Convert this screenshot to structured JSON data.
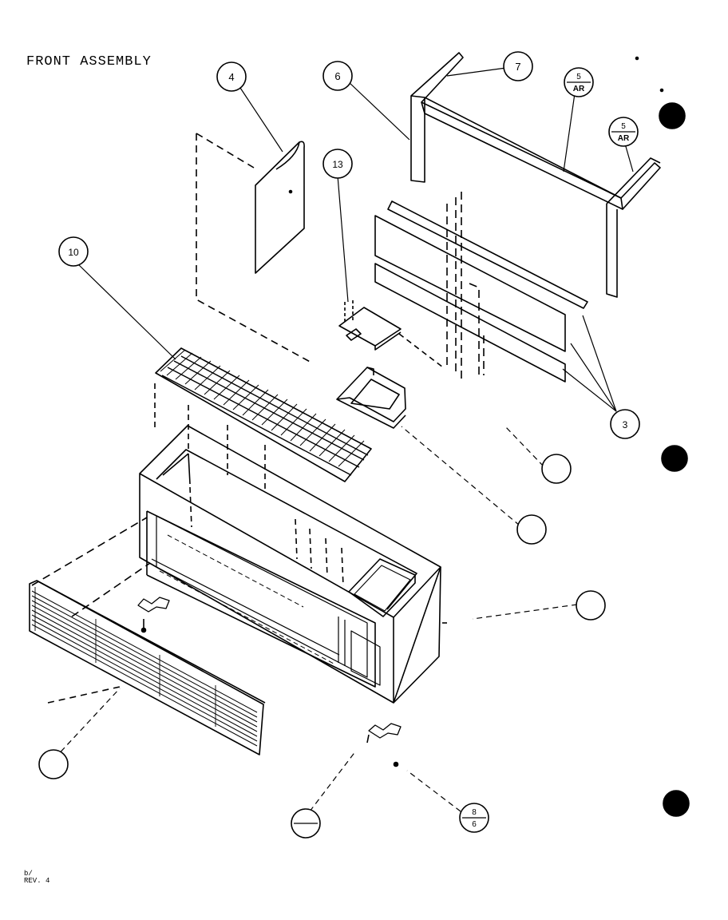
{
  "title": "FRONT ASSEMBLY",
  "rev_line1": "b/",
  "rev_line2": "REV. 4",
  "callouts": {
    "c4": "4",
    "c6": "6",
    "c7": "7",
    "c13": "13",
    "c10": "10",
    "c5ar_a_top": "5",
    "c5ar_a_bottom": "AR",
    "c5ar_b_top": "5",
    "c5ar_b_bottom": "AR",
    "c3": "3",
    "c8_top": "8",
    "c8_bottom": "6"
  }
}
